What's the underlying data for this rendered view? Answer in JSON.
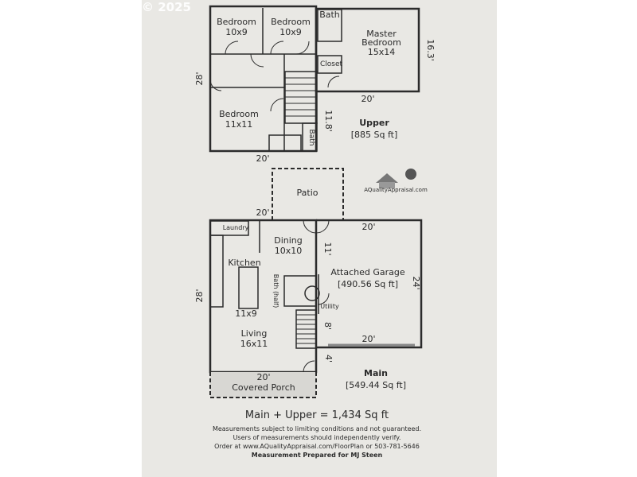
{
  "watermark": "© 2025",
  "upper": {
    "title": "Upper",
    "area": "[885 Sq ft]",
    "rooms": [
      {
        "name": "Bedroom",
        "size": "10x9"
      },
      {
        "name": "Bedroom",
        "size": "10x9"
      },
      {
        "name": "Bath"
      },
      {
        "name": "Master Bedroom",
        "line1": "Master",
        "line2": "Bedroom",
        "size": "15x14"
      },
      {
        "name": "Closet"
      },
      {
        "name": "Bedroom",
        "size": "11x11"
      },
      {
        "name": "Bath"
      }
    ],
    "dims": {
      "height_left": "28'",
      "width_bottom": "20'",
      "master_height": "16.3'",
      "master_width": "20'",
      "hall": "11.8'"
    }
  },
  "main": {
    "title": "Main",
    "area": "[549.44 Sq ft]",
    "rooms": [
      {
        "name": "Patio"
      },
      {
        "name": "Laundry"
      },
      {
        "name": "Dining",
        "size": "10x10"
      },
      {
        "name": "Kitchen",
        "size": "11x9"
      },
      {
        "name": "Bath (half)"
      },
      {
        "name": "Utility"
      },
      {
        "name": "Attached Garage",
        "area": "[490.56 Sq ft]"
      },
      {
        "name": "Living",
        "size": "16x11"
      },
      {
        "name": "Covered Porch"
      }
    ],
    "dims": {
      "patio_left": "20'",
      "garage_top": "20'",
      "dining_right": "11'",
      "height_left": "28'",
      "garage_right": "24'",
      "stair": "8'",
      "garage_bottom": "20'",
      "porch_right": "4'",
      "porch_top": "20'"
    }
  },
  "logo_text": "AQualityAppraisal.com",
  "total": "Main + Upper = 1,434 Sq ft",
  "disclaimer": [
    "Measurements subject to limiting conditions and not guaranteed.",
    "Users of measurements should independently verify.",
    "Order at www.AQualityAppraisal.com/FloorPlan or 503-781-5646"
  ],
  "prepared_by": "Measurement Prepared for MJ Steen"
}
